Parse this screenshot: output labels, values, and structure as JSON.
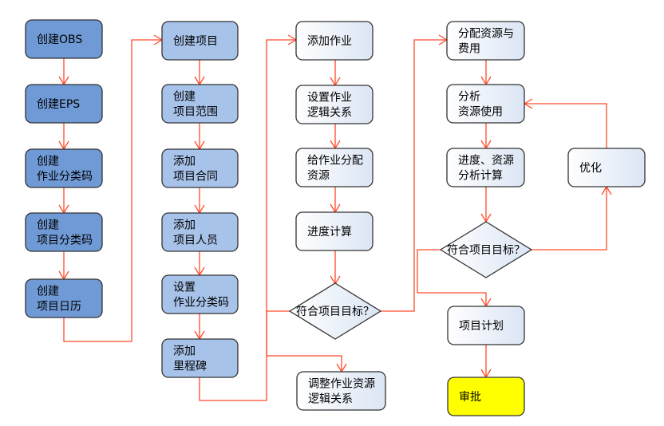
{
  "colors": {
    "level1_fill": "#6f9ad6",
    "level2_fill": "#a8c3ea",
    "level3_fill": "#dfe8f5",
    "approve_fill": "#ffff00",
    "arrow": "#ff4a2a"
  },
  "nodes": {
    "obs": [
      "创建OBS"
    ],
    "eps": [
      "创建EPS"
    ],
    "activity_codes": [
      "创建",
      "作业分类码"
    ],
    "project_codes": [
      "创建",
      "项目分类码"
    ],
    "calendar": [
      "创建",
      "项目日历"
    ],
    "create_project": [
      "创建项目"
    ],
    "project_scope": [
      "创建",
      "项目范围"
    ],
    "contract": [
      "添加",
      "项目合同"
    ],
    "personnel": [
      "添加",
      "项目人员"
    ],
    "set_activity_codes": [
      "设置",
      "作业分类码"
    ],
    "milestone": [
      "添加",
      "里程碑"
    ],
    "add_activity": [
      "添加作业"
    ],
    "logic": [
      "设置作业",
      "逻辑关系"
    ],
    "assign_resources": [
      "给作业分配",
      "资源"
    ],
    "schedule": [
      "进度计算"
    ],
    "decision1": [
      "符合项目目标？"
    ],
    "adjust": [
      "调整作业资源",
      "逻辑关系"
    ],
    "allocate": [
      "分配资源与",
      "费用"
    ],
    "analyze": [
      "分析",
      "资源使用"
    ],
    "schedule_resource": [
      "进度、资源",
      "分析计算"
    ],
    "decision2": [
      "符合项目目标？"
    ],
    "optimize": [
      "优化"
    ],
    "project_plan": [
      "项目计划"
    ],
    "approve": [
      "审批"
    ]
  }
}
